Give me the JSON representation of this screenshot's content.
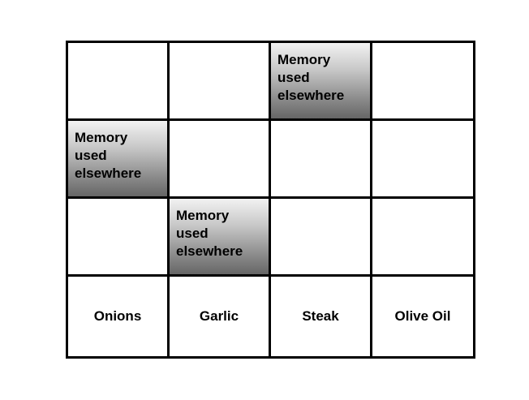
{
  "grid": {
    "used_label": "Memory\nused\nelsewhere",
    "rows": [
      [
        {
          "used": false,
          "label": ""
        },
        {
          "used": false,
          "label": ""
        },
        {
          "used": true,
          "label": "Memory\nused\nelsewhere"
        },
        {
          "used": false,
          "label": ""
        }
      ],
      [
        {
          "used": true,
          "label": "Memory\nused\nelsewhere"
        },
        {
          "used": false,
          "label": ""
        },
        {
          "used": false,
          "label": ""
        },
        {
          "used": false,
          "label": ""
        }
      ],
      [
        {
          "used": false,
          "label": ""
        },
        {
          "used": true,
          "label": "Memory\nused\nelsewhere"
        },
        {
          "used": false,
          "label": ""
        },
        {
          "used": false,
          "label": ""
        }
      ]
    ],
    "ingredients": [
      "Onions",
      "Garlic",
      "Steak",
      "Olive Oil"
    ]
  }
}
